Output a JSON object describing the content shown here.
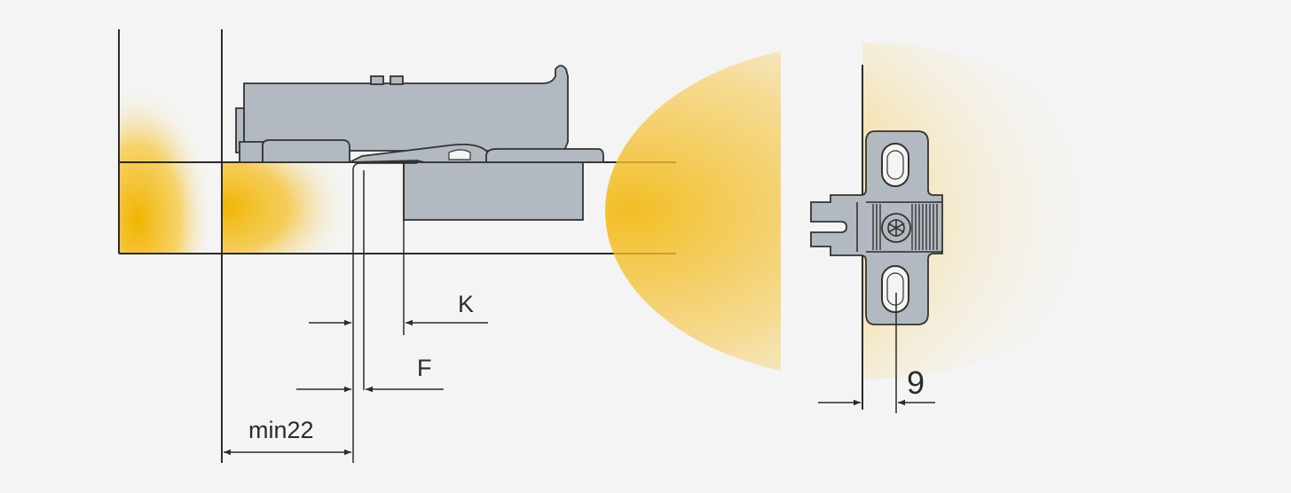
{
  "diagram": {
    "labels": {
      "k": "K",
      "f": "F",
      "min22": "min22",
      "nine": "9"
    },
    "colors": {
      "background": "#f4f4f4",
      "metal": "#b2b9c0",
      "outline": "#2b2b2b",
      "highlight": "#f2b400"
    }
  }
}
